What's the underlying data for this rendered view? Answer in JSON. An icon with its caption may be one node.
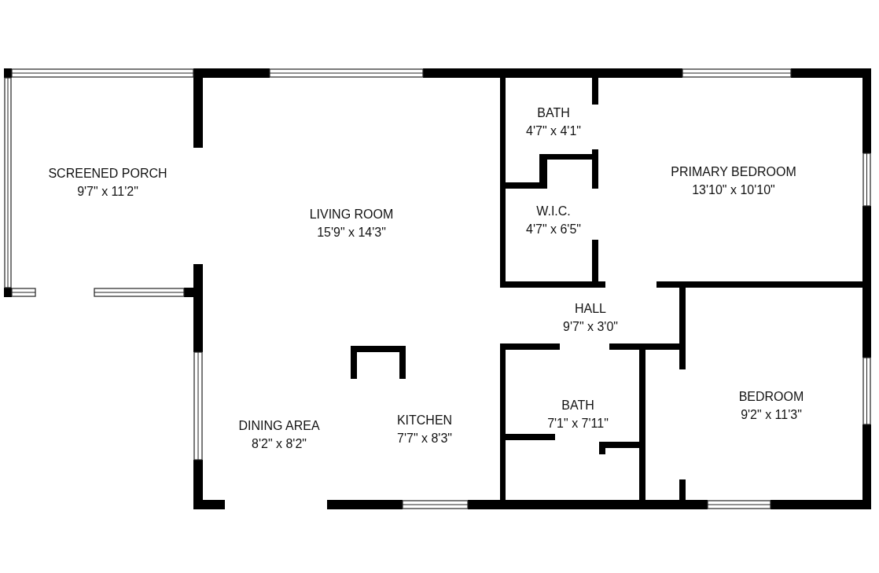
{
  "diagram": {
    "nodes": [
      {
        "text": [
          "SCREENED PORCH",
          "9'7\" x 11'2\""
        ]
      },
      {
        "text": [
          "LIVING ROOM",
          "15'9\" x 14'3\""
        ]
      },
      {
        "text": [
          "BATH",
          "4'7\" x 4'1\""
        ]
      },
      {
        "text": [
          "W.I.C.",
          "4'7\" x 6'5\""
        ]
      },
      {
        "text": [
          "PRIMARY BEDROOM",
          "13'10\" x 10'10\""
        ]
      },
      {
        "text": [
          "HALL",
          "9'7\" x 3'0\""
        ]
      },
      {
        "text": [
          "BATH",
          "7'1\" x 7'11\""
        ]
      },
      {
        "text": [
          "BEDROOM",
          "9'2\" x 11'3\""
        ]
      },
      {
        "text": [
          "DINING AREA",
          "8'2\" x 8'2\""
        ]
      },
      {
        "text": [
          "KITCHEN",
          "7'7\" x 8'3\""
        ]
      }
    ]
  }
}
